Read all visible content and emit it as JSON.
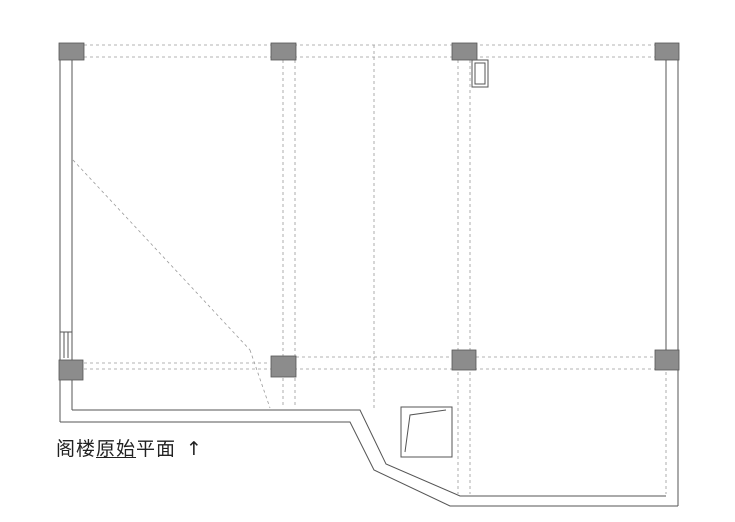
{
  "caption": {
    "part1": "阁楼",
    "part2": "原始",
    "part3": "平面",
    "arrow": "↑"
  },
  "colors": {
    "wall": "#555555",
    "column": "#8c8c8c",
    "dashed": "#9a9a9a"
  }
}
